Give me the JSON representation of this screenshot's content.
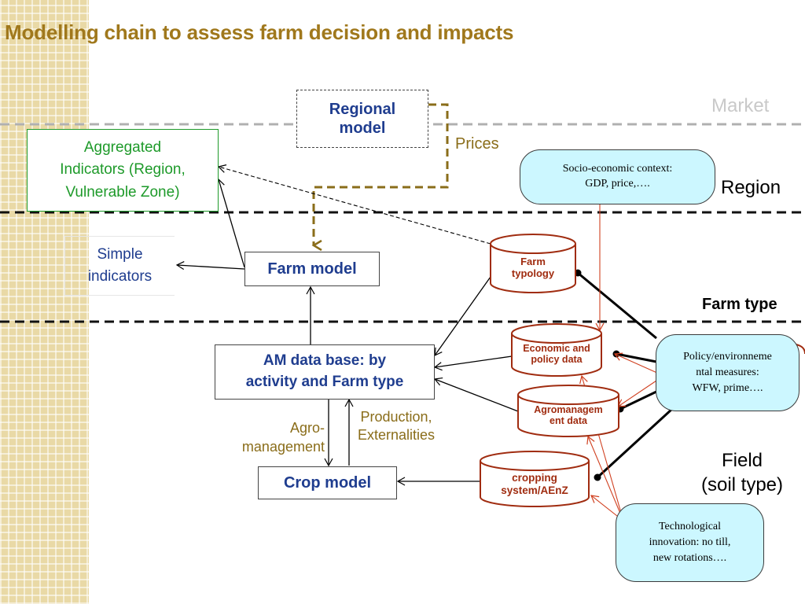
{
  "title": "Modelling chain to assess farm decision and impacts",
  "levels": {
    "market": "Market",
    "region": "Region",
    "farm_type": "Farm type",
    "field_line1": "Field",
    "field_line2": "(soil type)"
  },
  "boxes": {
    "regional_model_line1": "Regional",
    "regional_model_line2": "model",
    "aggregated_line1": "Aggregated",
    "aggregated_line2": "Indicators (Region,",
    "aggregated_line3": "Vulnerable Zone)",
    "simple_line1": "Simple",
    "simple_line2": "indicators",
    "farm_model": "Farm model",
    "am_db_line1": "AM data base: by",
    "am_db_line2": "activity and Farm type",
    "crop_model": "Crop model"
  },
  "edge_labels": {
    "prices": "Prices",
    "agro_line1": "Agro-",
    "agro_line2": "management",
    "production_line1": "Production,",
    "production_line2": "Externalities"
  },
  "databases": {
    "farm_typology_line1": "Farm",
    "farm_typology_line2": "typology",
    "economic_line1": "Economic and",
    "economic_line2": "policy data",
    "agromanagement_line1": "Agromanagem",
    "agromanagement_line2": "ent data",
    "cropping_line1": "cropping",
    "cropping_line2": "system/AEnZ"
  },
  "bubbles": {
    "socio_line1": "Socio-economic context:",
    "socio_line2": "GDP, price,….",
    "policy_line1": "Policy/environneme",
    "policy_line2": "ntal measures:",
    "policy_line3": "WFW, prime….",
    "tech_line1": "Technological",
    "tech_line2": "innovation: no till,",
    "tech_line3": "new rotations…."
  },
  "colors": {
    "title": "#a0781c",
    "box_blue_text": "#1f3d8f",
    "aggregated_green": "#1e9a2a",
    "olive": "#8a6d1a",
    "database_brown": "#a02c10",
    "bubble_fill": "#ccf7ff",
    "arrow_red": "#d04020",
    "market_grey": "#b0b0b0"
  }
}
